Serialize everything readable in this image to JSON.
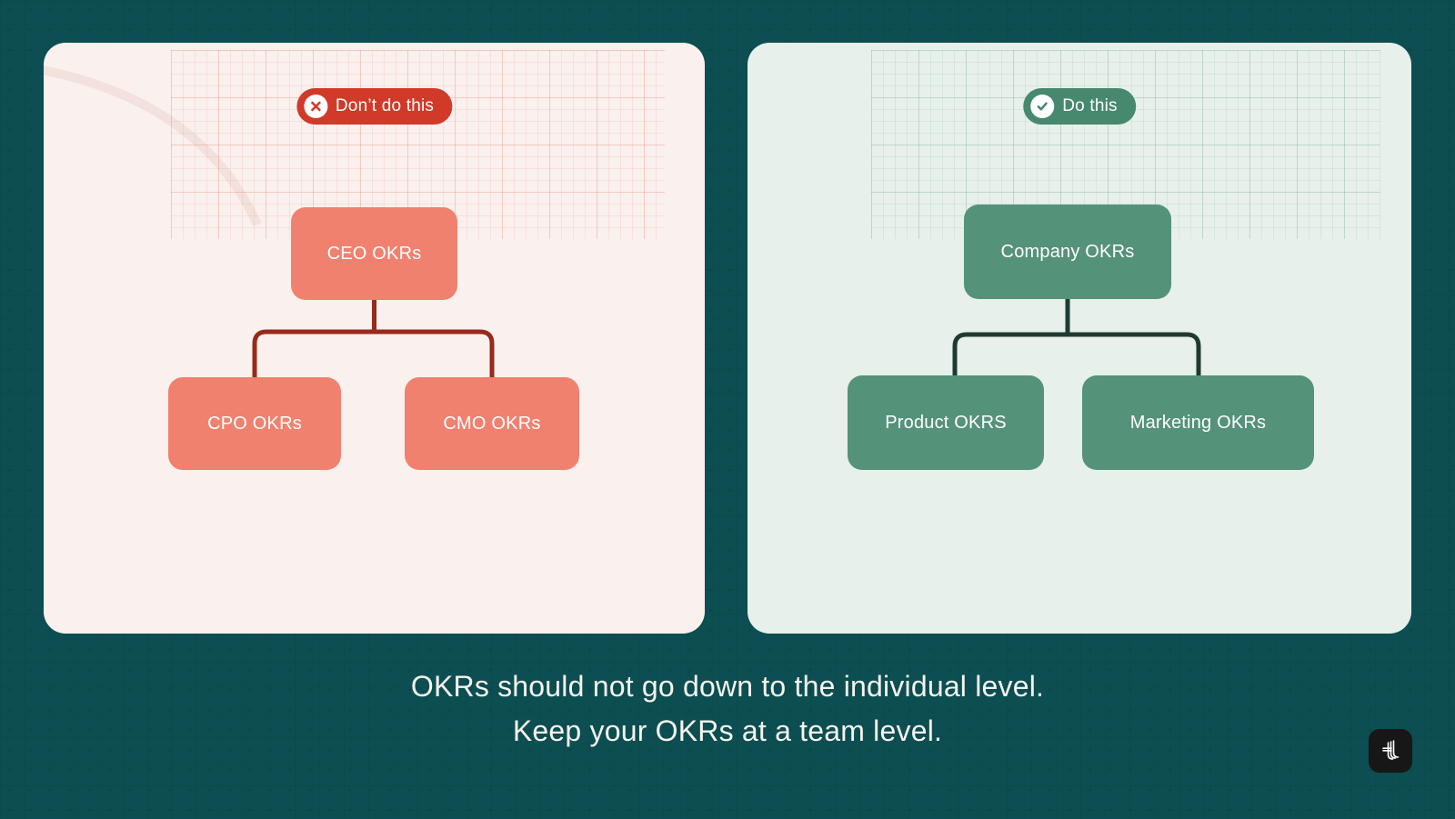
{
  "theme": {
    "bg": "#0C4E51",
    "panel_left": "#FAF0ED",
    "panel_right": "#E7F0EB",
    "box_red": "#F0816F",
    "box_green": "#55927A",
    "badge_red": "#D13A29",
    "badge_green": "#47896F",
    "conn_red": "#962A1B",
    "conn_green": "#1E3B33",
    "caption_color": "#F6F4EF",
    "logo_bg": "#171717"
  },
  "left_panel": {
    "badge_label": "Don’t do this",
    "badge_icon": "x-circle-icon",
    "root_label": "CEO OKRs",
    "children": [
      "CPO OKRs",
      "CMO OKRs"
    ]
  },
  "right_panel": {
    "badge_label": "Do this",
    "badge_icon": "check-circle-icon",
    "root_label": "Company OKRs",
    "children": [
      "Product OKRS",
      "Marketing OKRs"
    ]
  },
  "caption": {
    "line1": "OKRs should not go down to the individual level.",
    "line2": "Keep your OKRs at a team level."
  },
  "logo": {
    "name": "lattice-mark"
  }
}
